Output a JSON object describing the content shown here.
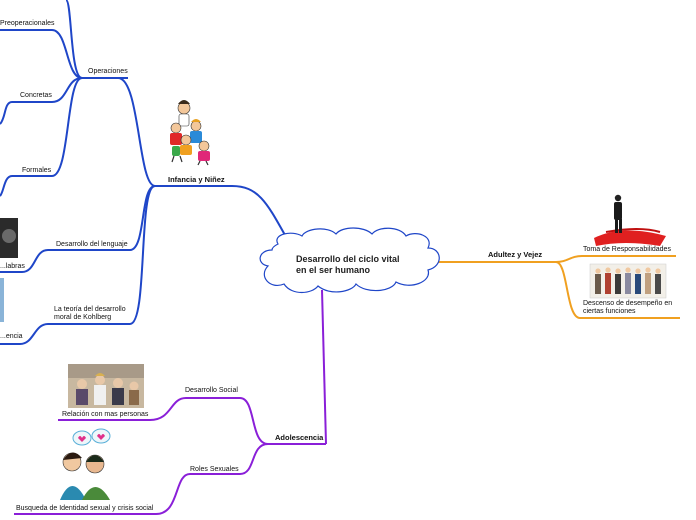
{
  "central": {
    "line1": "Desarrollo del ciclo vital",
    "line2": "en el ser humano"
  },
  "branches": {
    "infancia": {
      "title": "Infancia y Niñez",
      "color": "#1f46c8",
      "operaciones": {
        "title": "Operaciones",
        "children": [
          "Preoperacionales",
          "Concretas",
          "Formales"
        ]
      },
      "lenguaje": {
        "title": "Desarrollo del lenguaje",
        "sub": "...labras"
      },
      "kohlberg": {
        "line1": "La teoría del desarrollo",
        "line2": "moral de Kohlberg",
        "sub": "...encia"
      }
    },
    "adultez": {
      "title": "Adultez y Vejez",
      "color": "#f0a020",
      "children": [
        {
          "label": "Toma de Responsabilidades"
        },
        {
          "label1": "Descenso de desempeño en",
          "label2": "ciertas funciones"
        }
      ]
    },
    "adolescencia": {
      "title": "Adolescencia",
      "color": "#8a1fd8",
      "social": {
        "title": "Desarrollo Social",
        "sub": "Relación con mas personas"
      },
      "roles": {
        "title": "Roles Sexuales",
        "sub": "Busqueda de Identidad sexual y crisis social"
      }
    }
  },
  "colors": {
    "blue": "#1f46c8",
    "orange": "#f0a020",
    "purple": "#8a1fd8",
    "cloud_stroke": "#1f46c8"
  }
}
